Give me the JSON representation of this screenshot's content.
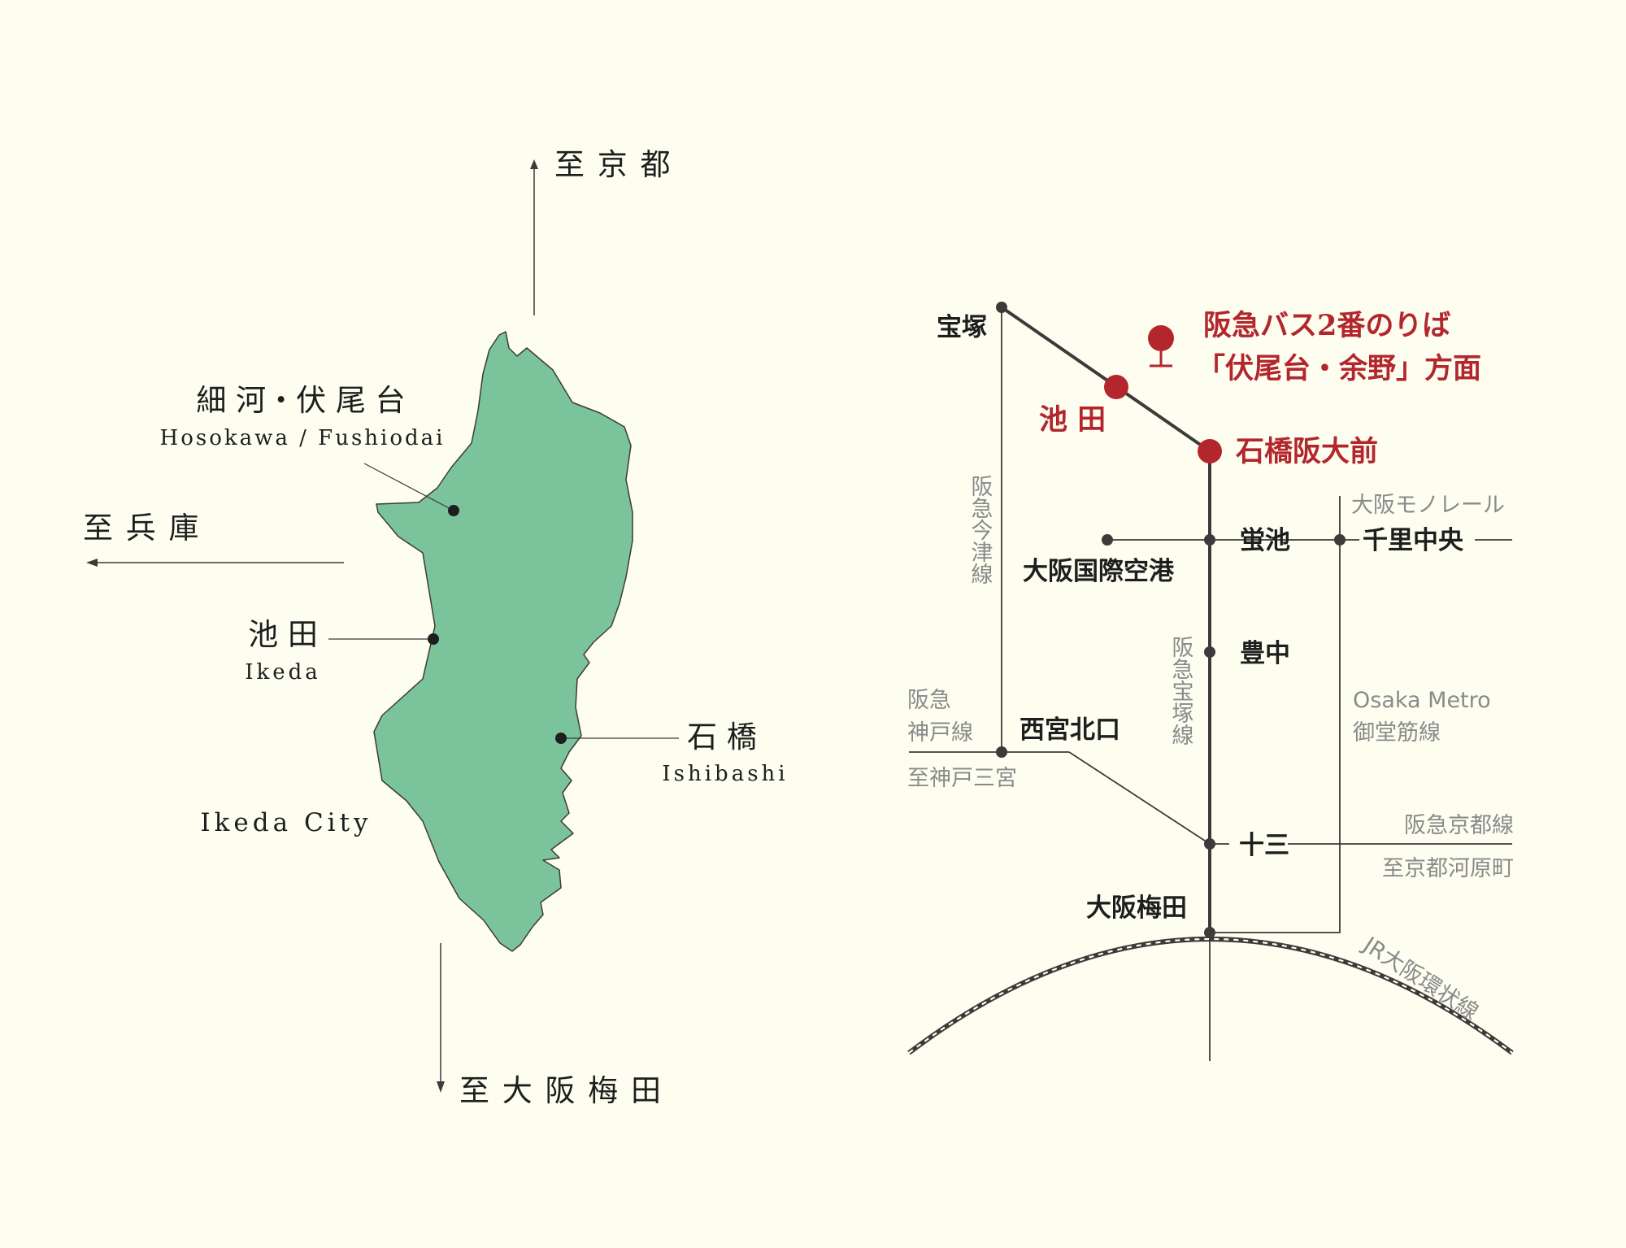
{
  "colors": {
    "background": "#fdfdf0",
    "city_fill": "#7bc49b",
    "line": "#3d3a39",
    "accent": "#b3262c",
    "gray_text": "#8a8a8a",
    "dark_text": "#1e1e1e"
  },
  "left_map": {
    "to_kyoto": "至 京 都",
    "to_hyogo": "至 兵 庫",
    "to_umeda": "至 大 阪 梅 田",
    "city_label": "Ikeda City",
    "places": [
      {
        "jp": "細 河・伏 尾 台",
        "en": "Hosokawa / Fushiodai"
      },
      {
        "jp": "池 田",
        "en": "Ikeda"
      },
      {
        "jp": "石 橋",
        "en": "Ishibashi"
      }
    ]
  },
  "right_map": {
    "bus_stop": {
      "line1": "阪急バス2番のりば",
      "line2": "「伏尾台・余野」方面",
      "icon": "bus-stop-pin-icon"
    },
    "accent_stations": [
      "池 田",
      "石橋阪大前"
    ],
    "stations": {
      "takarazuka": "宝塚",
      "hotarugaike": "蛍池",
      "senri_chuo": "千里中央",
      "itami_airport": "大阪国際空港",
      "toyonaka": "豊中",
      "nishinomiya_kitaguchi": "西宮北口",
      "juso": "十三",
      "umeda": "大阪梅田"
    },
    "lines": {
      "imazu": "阪急今津線",
      "takarazuka_line": "阪急宝塚線",
      "monorail": "大阪モノレール",
      "kobe_line_1": "阪急",
      "kobe_line_2": "神戸線",
      "to_kobe": "至神戸三宮",
      "metro_1": "Osaka Metro",
      "metro_2": "御堂筋線",
      "kyoto_line": "阪急京都線",
      "to_kawaramachi": "至京都河原町",
      "jr_loop": "JR大阪環状線"
    }
  }
}
